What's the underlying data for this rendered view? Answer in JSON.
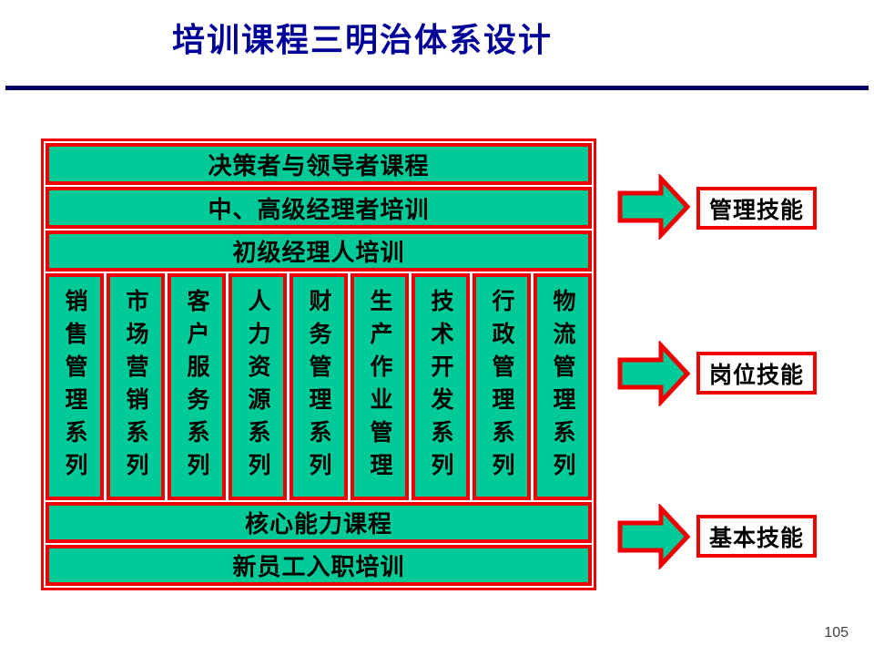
{
  "page": {
    "title": "培训课程三明治体系设计",
    "page_number": "105"
  },
  "diagram": {
    "top_rows": [
      {
        "label": "决策者与领导者课程"
      },
      {
        "label": "中、高级经理者培训"
      },
      {
        "label": "初级经理人培训"
      }
    ],
    "columns": [
      {
        "label": "销售管理系列"
      },
      {
        "label": "市场营销系列"
      },
      {
        "label": "客户服务系列"
      },
      {
        "label": "人力资源系列"
      },
      {
        "label": "财务管理系列"
      },
      {
        "label": "生产作业管理"
      },
      {
        "label": "技术开发系列"
      },
      {
        "label": "行政管理系列"
      },
      {
        "label": "物流管理系列"
      }
    ],
    "bottom_rows": [
      {
        "label": "核心能力课程"
      },
      {
        "label": "新员工入职培训"
      }
    ]
  },
  "legend": [
    {
      "label": "管理技能"
    },
    {
      "label": "岗位技能"
    },
    {
      "label": "基本技能"
    }
  ],
  "colors": {
    "box_fill": "#00cb98",
    "box_border": "#ee0000",
    "title_color": "#000099",
    "divider_color": "#000066"
  }
}
